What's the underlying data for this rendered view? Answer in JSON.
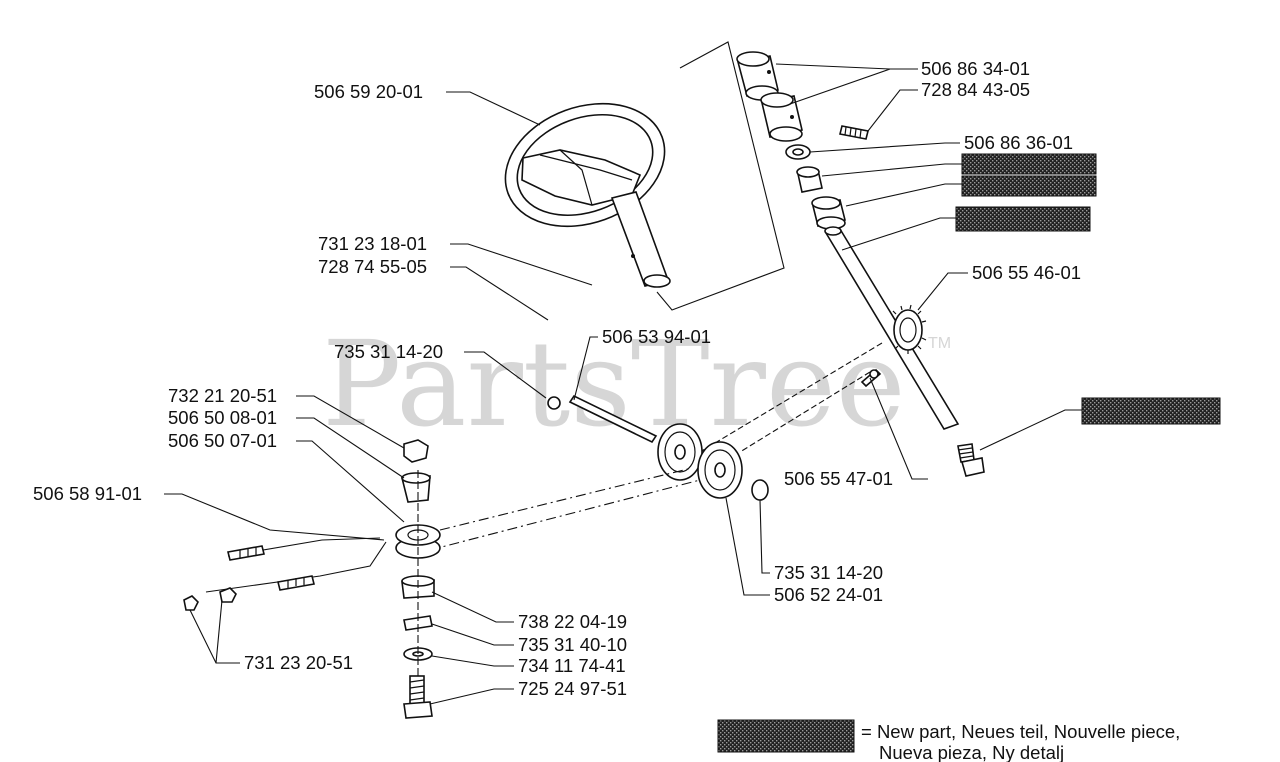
{
  "watermark": {
    "text": "PartsTree",
    "trademark": "TM"
  },
  "labels": {
    "p5065920": "506 59 20-01",
    "p7312318": "731 23 18-01",
    "p7287455": "728 74 55-05",
    "p7353114a": "735 31 14-20",
    "p7322120": "732 21 20-51",
    "p5065008": "506 50 08-01",
    "p5065007": "506 50 07-01",
    "p5065891": "506 58 91-01",
    "p7312320": "731 23 20-51",
    "p5065394": "506 53 94-01",
    "p5068634": "506 86 34-01",
    "p7288443": "728 84 43-05",
    "p5068636": "506 86 36-01",
    "p5065546": "506 55 46-01",
    "p5065547": "506 55 47-01",
    "p7353114b": "735 31 14-20",
    "p5065224": "506 52 24-01",
    "p7382204": "738 22 04-19",
    "p7353140": "735 31 40-10",
    "p7341174": "734 11 74-41",
    "p7252497": "725 24 97-51"
  },
  "legend": {
    "line1": "= New part, Neues teil, Nouvelle piece,",
    "line2": "Nueva pieza, Ny detalj"
  }
}
